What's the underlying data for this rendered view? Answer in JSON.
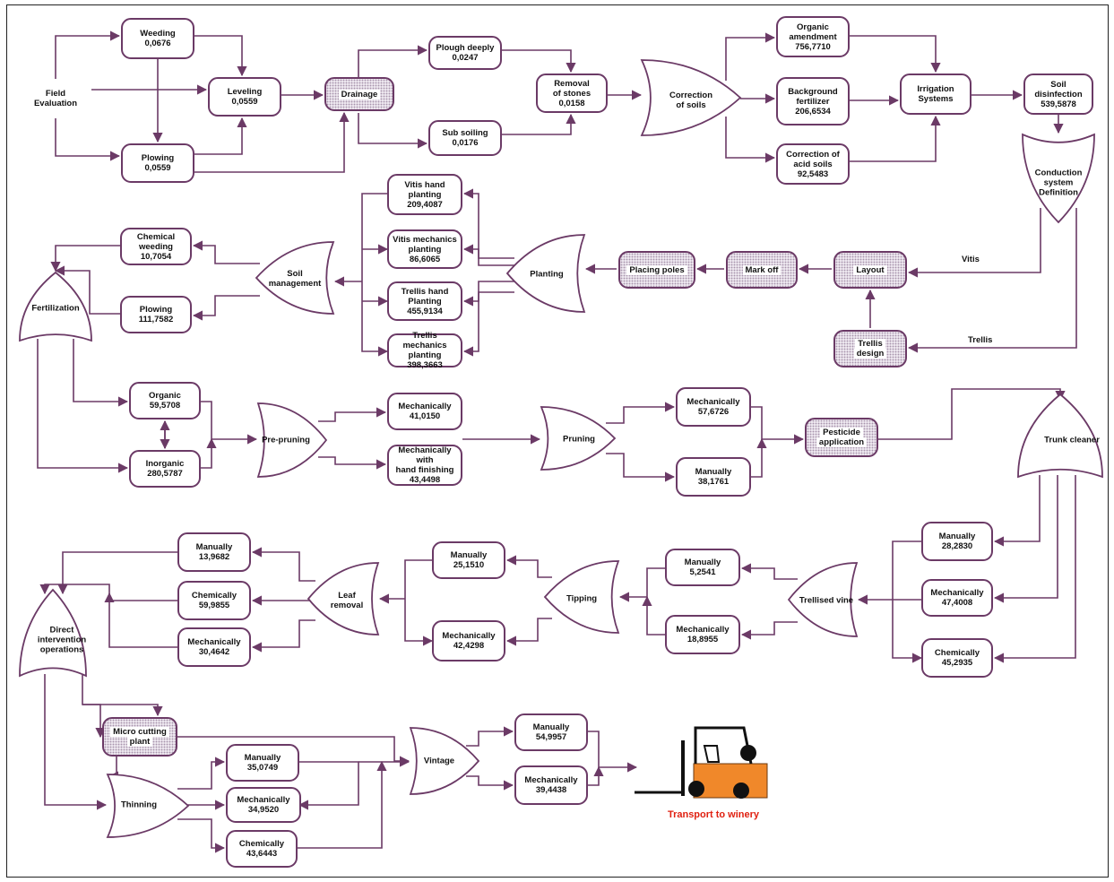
{
  "colors": {
    "line": "#6b3a66",
    "accent": "#e02010",
    "forklift": "#f0882a"
  },
  "nodes": [
    {
      "id": "field-evaluation",
      "lines": [
        "Field",
        "Evaluation"
      ],
      "value": ""
    },
    {
      "id": "weeding",
      "lines": [
        "Weeding"
      ],
      "value": "0,0676"
    },
    {
      "id": "plowing-1",
      "lines": [
        "Plowing"
      ],
      "value": "0,0559"
    },
    {
      "id": "leveling",
      "lines": [
        "Leveling"
      ],
      "value": "0,0559"
    },
    {
      "id": "drainage",
      "lines": [
        "Drainage"
      ],
      "value": ""
    },
    {
      "id": "plough-deeply",
      "lines": [
        "Plough deeply"
      ],
      "value": "0,0247"
    },
    {
      "id": "sub-soiling",
      "lines": [
        "Sub soiling"
      ],
      "value": "0,0176"
    },
    {
      "id": "removal-of-stones",
      "lines": [
        "Removal",
        "of stones"
      ],
      "value": "0,0158"
    },
    {
      "id": "organic-amendment",
      "lines": [
        "Organic",
        "amendment"
      ],
      "value": "756,7710"
    },
    {
      "id": "background-fertilizer",
      "lines": [
        "Background",
        "fertilizer"
      ],
      "value": "206,6534"
    },
    {
      "id": "correction-acid-soils",
      "lines": [
        "Correction of",
        "acid soils"
      ],
      "value": "92,5483"
    },
    {
      "id": "irrigation-systems",
      "lines": [
        "Irrigation",
        "Systems"
      ],
      "value": ""
    },
    {
      "id": "soil-disinfection",
      "lines": [
        "Soil",
        "disinfection"
      ],
      "value": "539,5878"
    },
    {
      "id": "vitis-hand-planting",
      "lines": [
        "Vitis hand",
        "planting"
      ],
      "value": "209,4087"
    },
    {
      "id": "vitis-mechanics-planting",
      "lines": [
        "Vitis mechanics",
        "planting"
      ],
      "value": "86,6065"
    },
    {
      "id": "trellis-hand-planting",
      "lines": [
        "Trellis  hand",
        "Planting"
      ],
      "value": "455,9134"
    },
    {
      "id": "trellis-mechanics-planting",
      "lines": [
        "Trellis",
        "mechanics",
        "planting"
      ],
      "value": "398,3663"
    },
    {
      "id": "placing-poles",
      "lines": [
        "Placing  poles"
      ],
      "value": ""
    },
    {
      "id": "mark-off",
      "lines": [
        "Mark off"
      ],
      "value": ""
    },
    {
      "id": "layout",
      "lines": [
        "Layout"
      ],
      "value": ""
    },
    {
      "id": "trellis-design",
      "lines": [
        "Trellis",
        "design"
      ],
      "value": ""
    },
    {
      "id": "chemical-weeding",
      "lines": [
        "Chemical",
        "weeding"
      ],
      "value": "10,7054"
    },
    {
      "id": "plowing-2",
      "lines": [
        "Plowing"
      ],
      "value": "111,7582"
    },
    {
      "id": "organic",
      "lines": [
        "Organic"
      ],
      "value": "59,5708"
    },
    {
      "id": "inorganic",
      "lines": [
        "Inorganic"
      ],
      "value": "280,5787"
    },
    {
      "id": "pre-pruning-mechanically",
      "lines": [
        "Mechanically"
      ],
      "value": "41,0150"
    },
    {
      "id": "mechanically-hand-finishing",
      "lines": [
        "Mechanically with",
        "hand finishing"
      ],
      "value": "43,4498"
    },
    {
      "id": "pruning-mechanically",
      "lines": [
        "Mechanically"
      ],
      "value": "57,6726"
    },
    {
      "id": "pruning-manually",
      "lines": [
        "Manually"
      ],
      "value": "38,1761"
    },
    {
      "id": "pesticide-application",
      "lines": [
        "Pesticide",
        "application"
      ],
      "value": ""
    },
    {
      "id": "trunk-manually",
      "lines": [
        "Manually"
      ],
      "value": "28,2830"
    },
    {
      "id": "trunk-mechanically",
      "lines": [
        "Mechanically"
      ],
      "value": "47,4008"
    },
    {
      "id": "trunk-chemically",
      "lines": [
        "Chemically"
      ],
      "value": "45,2935"
    },
    {
      "id": "trellised-manually",
      "lines": [
        "Manually"
      ],
      "value": "5,2541"
    },
    {
      "id": "trellised-mechanically",
      "lines": [
        "Mechanically"
      ],
      "value": "18,8955"
    },
    {
      "id": "tipping-manually",
      "lines": [
        "Manually"
      ],
      "value": "25,1510"
    },
    {
      "id": "tipping-mechanically",
      "lines": [
        "Mechanically"
      ],
      "value": "42,4298"
    },
    {
      "id": "leaf-manually",
      "lines": [
        "Manually"
      ],
      "value": "13,9682"
    },
    {
      "id": "leaf-chemically",
      "lines": [
        "Chemically"
      ],
      "value": "59,9855"
    },
    {
      "id": "leaf-mechanically",
      "lines": [
        "Mechanically"
      ],
      "value": "30,4642"
    },
    {
      "id": "micro-cutting-plant",
      "lines": [
        "Micro cutting",
        "plant"
      ],
      "value": ""
    },
    {
      "id": "thinning-manually",
      "lines": [
        "Manually"
      ],
      "value": "35,0749"
    },
    {
      "id": "thinning-mechanically",
      "lines": [
        "Mechanically"
      ],
      "value": "34,9520"
    },
    {
      "id": "thinning-chemically",
      "lines": [
        "Chemically"
      ],
      "value": "43,6443"
    },
    {
      "id": "vintage-manually",
      "lines": [
        "Manually"
      ],
      "value": "54,9957"
    },
    {
      "id": "vintage-mechanically",
      "lines": [
        "Mechanically"
      ],
      "value": "39,4438"
    }
  ],
  "gates": [
    {
      "id": "correction-of-soils",
      "type": "or-right",
      "lines": [
        "Correction",
        "of soils"
      ]
    },
    {
      "id": "conduction-system",
      "type": "or-down",
      "lines": [
        "Conduction",
        "system",
        "Definition"
      ]
    },
    {
      "id": "planting",
      "type": "or-left",
      "lines": [
        "Planting"
      ]
    },
    {
      "id": "soil-management",
      "type": "or-left",
      "lines": [
        "Soil",
        "management"
      ]
    },
    {
      "id": "fertilization",
      "type": "or-up",
      "lines": [
        "Fertilization"
      ]
    },
    {
      "id": "pre-pruning",
      "type": "or-right",
      "lines": [
        "Pre-pruning"
      ]
    },
    {
      "id": "pruning",
      "type": "or-right",
      "lines": [
        "Pruning"
      ]
    },
    {
      "id": "trunk-cleaner",
      "type": "or-up",
      "lines": [
        "Trunk  cleaner"
      ]
    },
    {
      "id": "trellised-vine",
      "type": "or-left",
      "lines": [
        "Trellised vine"
      ]
    },
    {
      "id": "tipping",
      "type": "or-left",
      "lines": [
        "Tipping"
      ]
    },
    {
      "id": "leaf-removal",
      "type": "or-left",
      "lines": [
        "Leaf",
        "removal"
      ]
    },
    {
      "id": "direct-intervention",
      "type": "or-up",
      "lines": [
        "Direct",
        "intervention",
        "operations"
      ]
    },
    {
      "id": "thinning",
      "type": "or-right",
      "lines": [
        "Thinning"
      ]
    },
    {
      "id": "vintage",
      "type": "or-right",
      "lines": [
        "Vintage"
      ]
    }
  ],
  "edge_labels": {
    "vitis": "Vitis",
    "trellis": "Trellis"
  },
  "transport": {
    "label": "Transport to winery"
  }
}
